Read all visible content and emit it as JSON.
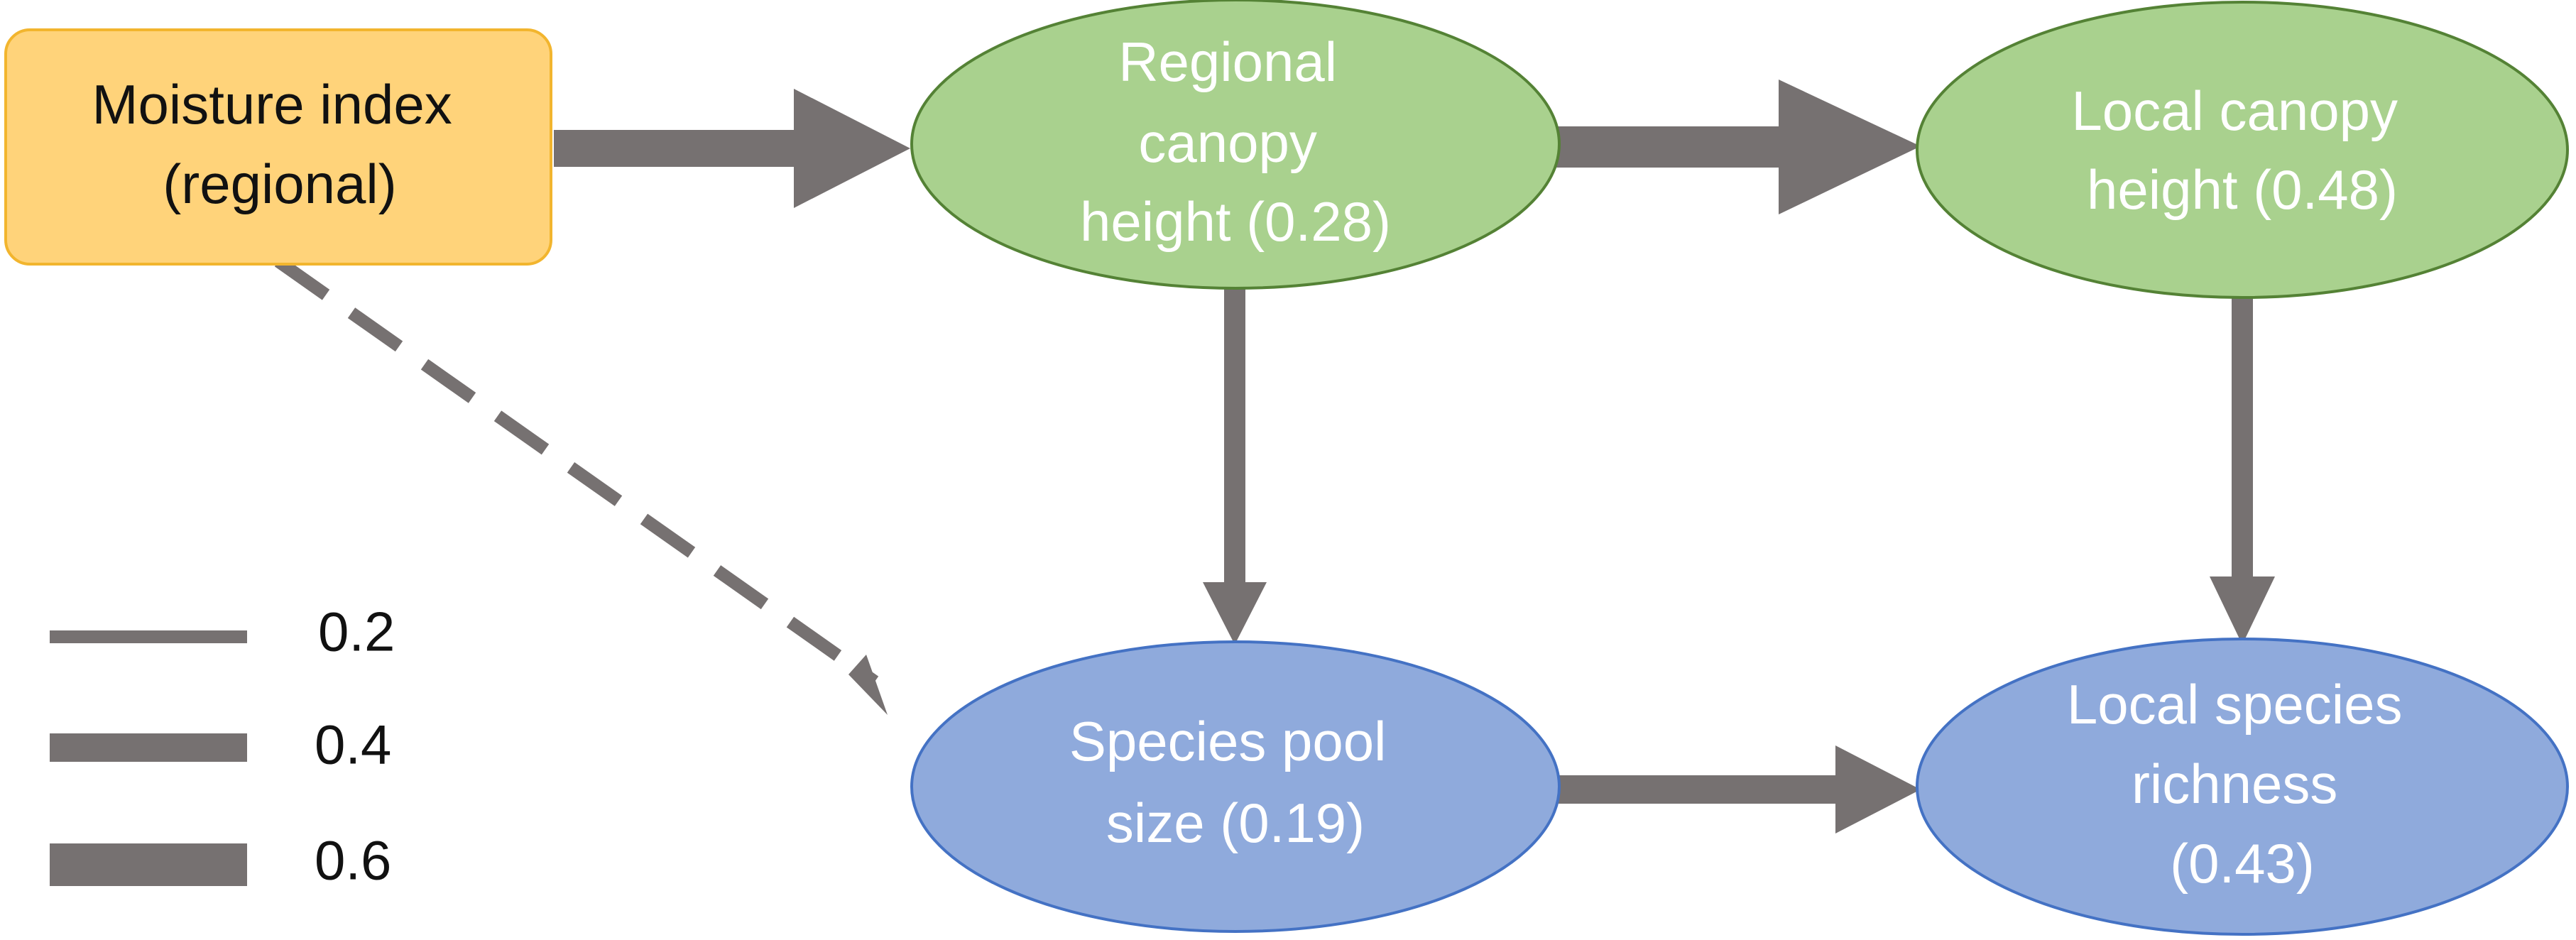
{
  "colors": {
    "arrow": "#767171",
    "source_fill": "#FFD37A",
    "source_stroke": "#F2B52E",
    "canopy_fill": "#A9D18E",
    "canopy_stroke": "#548235",
    "species_fill": "#8FAADC",
    "species_stroke": "#4472C4"
  },
  "nodes": {
    "moisture": {
      "lines": [
        "Moisture index",
        "(regional)"
      ]
    },
    "regional_canopy": {
      "lines": [
        "Regional",
        "canopy",
        "height (0.28)"
      ]
    },
    "local_canopy": {
      "lines": [
        "Local canopy",
        "height (0.48)"
      ]
    },
    "species_pool": {
      "lines": [
        "Species pool",
        "size (0.19)"
      ]
    },
    "local_richness": {
      "lines": [
        "Local species",
        "richness",
        "(0.43)"
      ]
    }
  },
  "legend": [
    {
      "label": "0.2",
      "weight": 0.2
    },
    {
      "label": "0.4",
      "weight": 0.4
    },
    {
      "label": "0.6",
      "weight": 0.6
    }
  ],
  "paths": [
    {
      "from": "moisture",
      "to": "regional_canopy",
      "weight": 0.6,
      "style": "solid"
    },
    {
      "from": "regional_canopy",
      "to": "local_canopy",
      "weight": 0.6,
      "style": "solid"
    },
    {
      "from": "regional_canopy",
      "to": "species_pool",
      "weight": 0.4,
      "style": "solid"
    },
    {
      "from": "local_canopy",
      "to": "local_richness",
      "weight": 0.4,
      "style": "solid"
    },
    {
      "from": "species_pool",
      "to": "local_richness",
      "weight": 0.5,
      "style": "solid"
    },
    {
      "from": "moisture",
      "to": "species_pool",
      "weight": 0.2,
      "style": "dashed"
    }
  ]
}
